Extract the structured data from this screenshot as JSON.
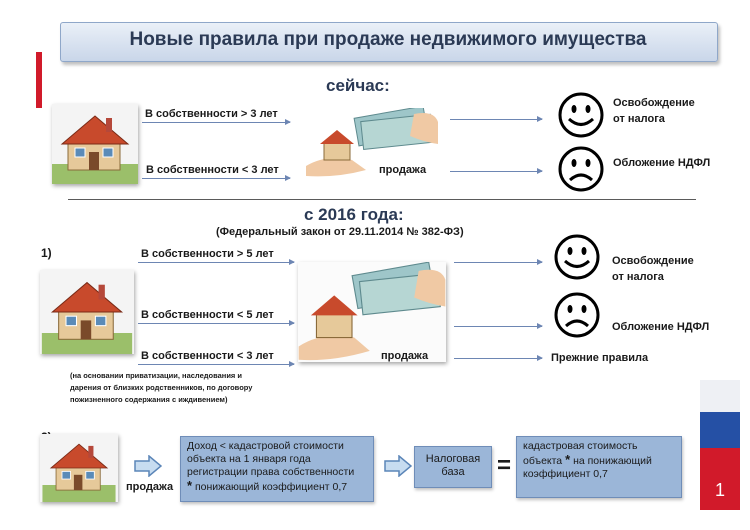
{
  "title": "Новые правила при продаже недвижимого имущества",
  "now": {
    "heading": "сейчас:",
    "more_label": "В собственности  > 3 лет",
    "less_label": "В собственности  < 3 лет",
    "sale_label": "продажа",
    "exempt": [
      "Освобождение",
      "от налога"
    ],
    "tax": "Обложение НДФЛ"
  },
  "from2016": {
    "heading": "с 2016 года:",
    "law": "(Федеральный закон от 29.11.2014 № 382-ФЗ)",
    "case1": {
      "num": "1)",
      "more_label": "В собственности  > 5 лет",
      "less_label": "В собственности  < 5 лет",
      "less3_label": "В собственности  < 3 лет",
      "sale_label": "продажа",
      "exempt": [
        "Освобождение",
        "от налога"
      ],
      "tax": "Обложение НДФЛ",
      "old_rules": "Прежние правила",
      "note": [
        "(на основании приватизации, наследования и",
        "дарения от близких родственников, по договору",
        "пожизненного содержания с иждивением)"
      ]
    },
    "case2": {
      "num": "2)",
      "sale_label": "продажа",
      "condition": [
        "Доход <  кадастровой стоимости",
        "объекта на 1 января года",
        "регистрации права собственности",
        "понижающий коэффициент 0,7"
      ],
      "star": "*",
      "tax_base": [
        "Налоговая",
        "база"
      ],
      "equals": "=",
      "result": [
        "кадастровая стоимость",
        "объекта",
        "на понижающий",
        "коэффициент 0,7"
      ]
    }
  },
  "slide_number": "1",
  "colors": {
    "title_text": "#2b3a55",
    "box_blue": "#9bb6d8",
    "flag_blue": "#2550a5",
    "flag_red": "#d11a2a"
  },
  "icons": [
    "house-icon",
    "house-money-icon",
    "smiley-happy-icon",
    "smiley-sad-icon",
    "arrow-right-icon"
  ]
}
